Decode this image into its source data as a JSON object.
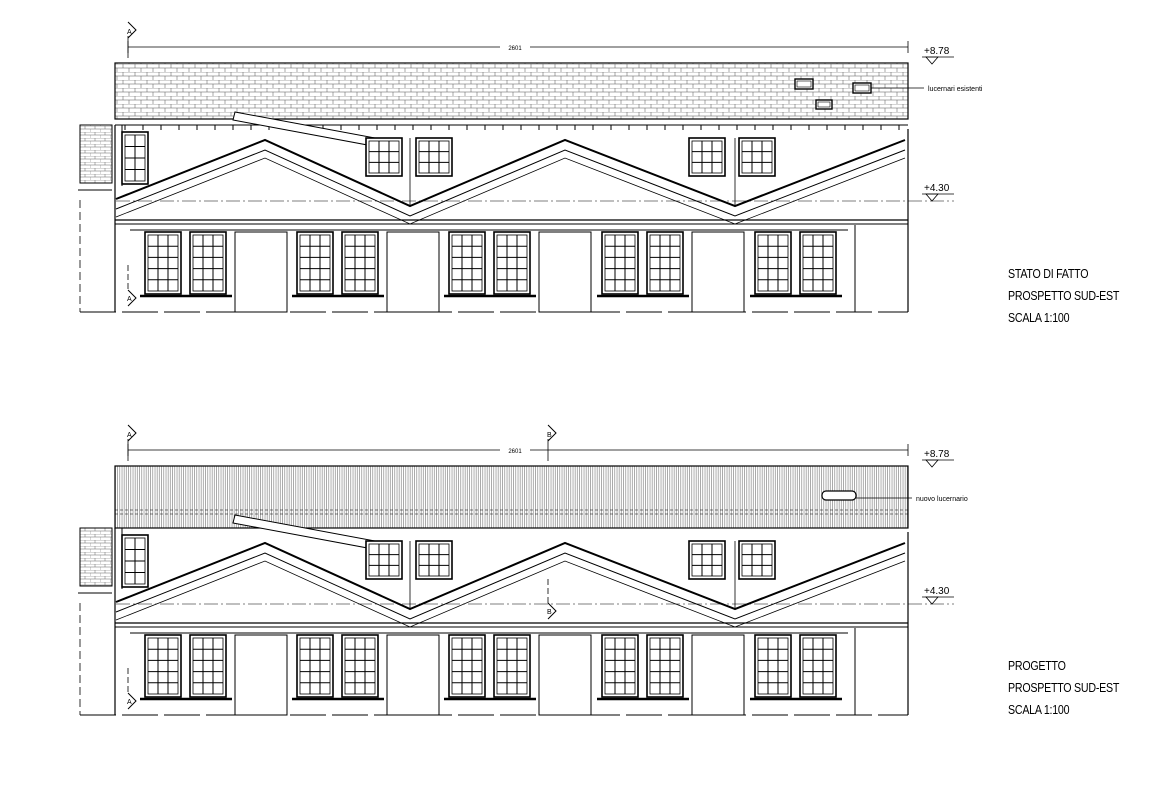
{
  "drawings": [
    {
      "id": "existing",
      "dimension_label": "2601",
      "elevation_top": "+8.78",
      "elevation_mid": "+4.30",
      "section_marks": [
        "A",
        "A"
      ],
      "roof_note": "lucernari esistenti",
      "title": [
        "STATO DI FATTO",
        "PROSPETTO SUD-EST",
        "SCALA 1:100"
      ]
    },
    {
      "id": "project",
      "dimension_label": "2601",
      "elevation_top": "+8.78",
      "elevation_mid": "+4.30",
      "section_marks": [
        "A",
        "B",
        "B",
        "A"
      ],
      "roof_note": "nuovo lucernario",
      "title": [
        "PROGETTO",
        "PROSPETTO SUD-EST",
        "SCALA 1:100"
      ]
    }
  ]
}
